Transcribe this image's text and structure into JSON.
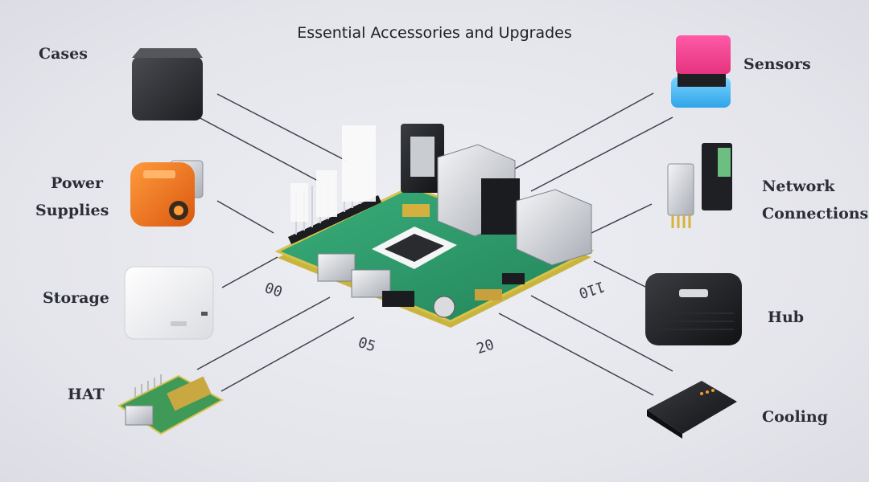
{
  "title": "Essential Accessories and Upgrades",
  "accessories": [
    {
      "id": "cases",
      "lines": [
        "Cases"
      ]
    },
    {
      "id": "power-supplies",
      "lines": [
        "Power",
        "Supplies"
      ]
    },
    {
      "id": "storage",
      "lines": [
        "Storage"
      ]
    },
    {
      "id": "hat",
      "lines": [
        "HAT"
      ]
    },
    {
      "id": "sensors",
      "lines": [
        "Sensors"
      ]
    },
    {
      "id": "network-connections",
      "lines": [
        "Network",
        "Connections"
      ]
    },
    {
      "id": "hub",
      "lines": [
        "Hub"
      ]
    },
    {
      "id": "cooling",
      "lines": [
        "Cooling"
      ]
    }
  ],
  "board_markings": [
    "00",
    "05",
    "20",
    "110"
  ],
  "colors": {
    "board": "#2f9c6c",
    "board_edge": "#d8c24a",
    "line": "#3a3d44"
  }
}
